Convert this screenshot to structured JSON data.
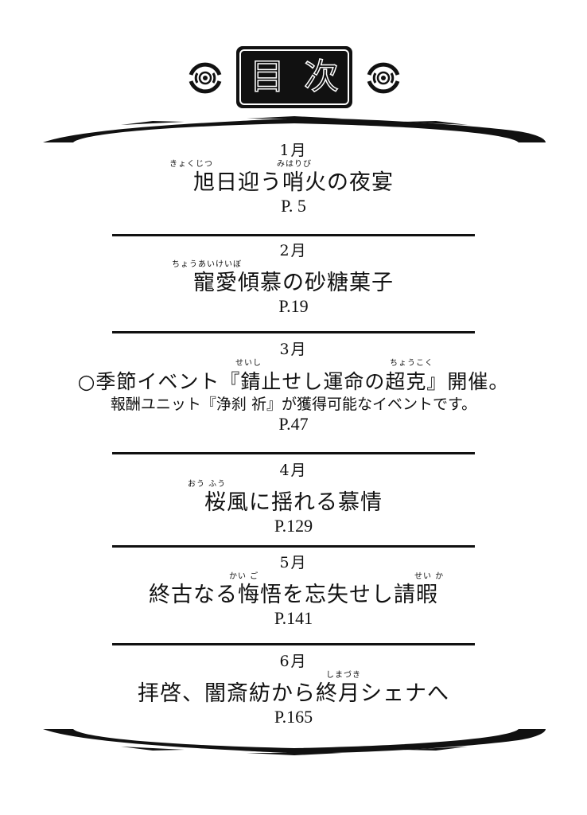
{
  "header": {
    "title_chars": [
      "目",
      "次"
    ],
    "emblem_icon": "concentric-circle-emblem"
  },
  "colors": {
    "ink": "#111111",
    "paper": "#ffffff"
  },
  "entries": [
    {
      "month": "1月",
      "ruby": [
        {
          "text": "きょくじつ",
          "over": "旭日"
        },
        {
          "text": "みはりび",
          "over": "哨火"
        }
      ],
      "title": "旭日迎う哨火の夜宴",
      "page": "P. 5"
    },
    {
      "month": "2月",
      "ruby": [
        {
          "text": "ちょうあいけいぼ",
          "over": "寵愛傾慕"
        }
      ],
      "title": "寵愛傾慕の砂糖菓子",
      "page": "P.19"
    },
    {
      "month": "3月",
      "ruby": [
        {
          "text": "せいし",
          "over": "錆止"
        },
        {
          "text": "ちょうこく",
          "over": "超克"
        }
      ],
      "title": "○季節イベント『錆止せし運命の超克』開催。",
      "subtitle": "報酬ユニット『浄刹 祈』が獲得可能なイベントです。",
      "page": "P.47"
    },
    {
      "month": "4月",
      "ruby": [
        {
          "text": "おう ふう",
          "over": "桜風"
        }
      ],
      "title": "桜風に揺れる慕情",
      "page": "P.129"
    },
    {
      "month": "5月",
      "ruby": [
        {
          "text": "かい ご",
          "over": "悔悟"
        },
        {
          "text": "せい か",
          "over": "請暇"
        }
      ],
      "title": "終古なる悔悟を忘失せし請暇",
      "page": "P.141"
    },
    {
      "month": "6月",
      "ruby": [
        {
          "text": "しまづき",
          "over": "終月"
        }
      ],
      "title": "拝啓、闇斎紡から終月シェナへ",
      "page": "P.165"
    }
  ]
}
